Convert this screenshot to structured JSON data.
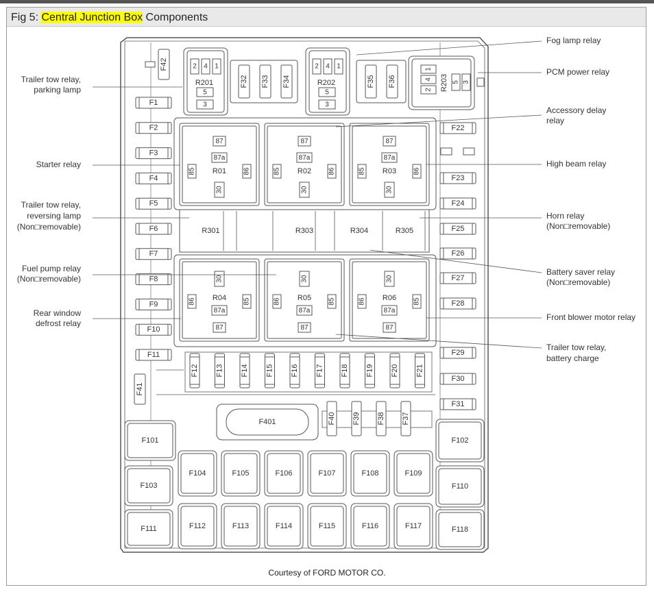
{
  "figure": {
    "caption_prefix": "Fig 5: ",
    "caption_highlight": "Central Junction Box",
    "caption_suffix": " Components",
    "courtesy": "Courtesy of FORD MOTOR CO.",
    "highlight_color": "#ffff00"
  },
  "callouts": {
    "left": [
      [
        "Trailer tow relay,",
        "parking lamp"
      ],
      [
        "Starter relay"
      ],
      [
        "Trailer tow relay,",
        "reversing lamp",
        "(Non□removable)"
      ],
      [
        "Fuel pump relay",
        "(Non□removable)"
      ],
      [
        "Rear window",
        "defrost relay"
      ]
    ],
    "right": [
      [
        "Fog lamp relay"
      ],
      [
        "PCM power relay"
      ],
      [
        "Accessory delay",
        "relay"
      ],
      [
        "High beam relay"
      ],
      [
        "Horn relay",
        "(Non□removable)"
      ],
      [
        "Battery saver relay",
        "(Non□removable)"
      ],
      [
        "Front blower motor relay"
      ],
      [
        "Trailer tow relay,",
        "battery charge"
      ]
    ]
  },
  "relays": {
    "small": [
      {
        "id": "R201",
        "pins_top": [
          "2",
          "4",
          "1"
        ],
        "pins_bottom": [
          "5",
          "3"
        ]
      },
      {
        "id": "R202",
        "pins_top": [
          "2",
          "4",
          "1"
        ],
        "pins_bottom": [
          "5",
          "3"
        ]
      },
      {
        "id": "R203",
        "pins_left": [
          "1",
          "4",
          "2"
        ],
        "pins_right": [
          "5",
          "3"
        ]
      }
    ],
    "large_top": [
      {
        "id": "R01",
        "pins": [
          "87",
          "87a",
          "85",
          "86",
          "30"
        ]
      },
      {
        "id": "R02",
        "pins": [
          "87",
          "87a",
          "85",
          "86",
          "30"
        ]
      },
      {
        "id": "R03",
        "pins": [
          "87",
          "87a",
          "85",
          "86",
          "30"
        ]
      }
    ],
    "large_bottom": [
      {
        "id": "R04",
        "pins": [
          "30",
          "86",
          "85",
          "87a",
          "87"
        ]
      },
      {
        "id": "R05",
        "pins": [
          "30",
          "86",
          "85",
          "87a",
          "87"
        ]
      },
      {
        "id": "R06",
        "pins": [
          "30",
          "86",
          "85",
          "87a",
          "87"
        ]
      }
    ],
    "middle_row": [
      "R301",
      "",
      "R303",
      "R304",
      "R305"
    ]
  },
  "fuses": {
    "left_column": [
      "F1",
      "F2",
      "F3",
      "F4",
      "F5",
      "F6",
      "F7",
      "F8",
      "F9",
      "F10",
      "F11"
    ],
    "right_column": [
      "F22",
      "F23",
      "F24",
      "F25",
      "F26",
      "F27",
      "F28",
      "F29",
      "F30",
      "F31"
    ],
    "bottom_row": [
      "F12",
      "F13",
      "F14",
      "F15",
      "F16",
      "F17",
      "F18",
      "F19",
      "F20",
      "F21"
    ],
    "top_vertical": [
      "F32",
      "F33",
      "F34",
      "F35",
      "F36"
    ],
    "f42": "F42",
    "f41": "F41",
    "f401": "F401",
    "small_vertical": [
      "F40",
      "F39",
      "F38",
      "F37"
    ],
    "maxi": {
      "left": [
        "F101",
        "F103",
        "F111"
      ],
      "right": [
        "F102",
        "F110",
        "F118"
      ],
      "row1": [
        "F104",
        "F105",
        "F106",
        "F107",
        "F108",
        "F109"
      ],
      "row2": [
        "F112",
        "F113",
        "F114",
        "F115",
        "F116",
        "F117"
      ]
    }
  }
}
